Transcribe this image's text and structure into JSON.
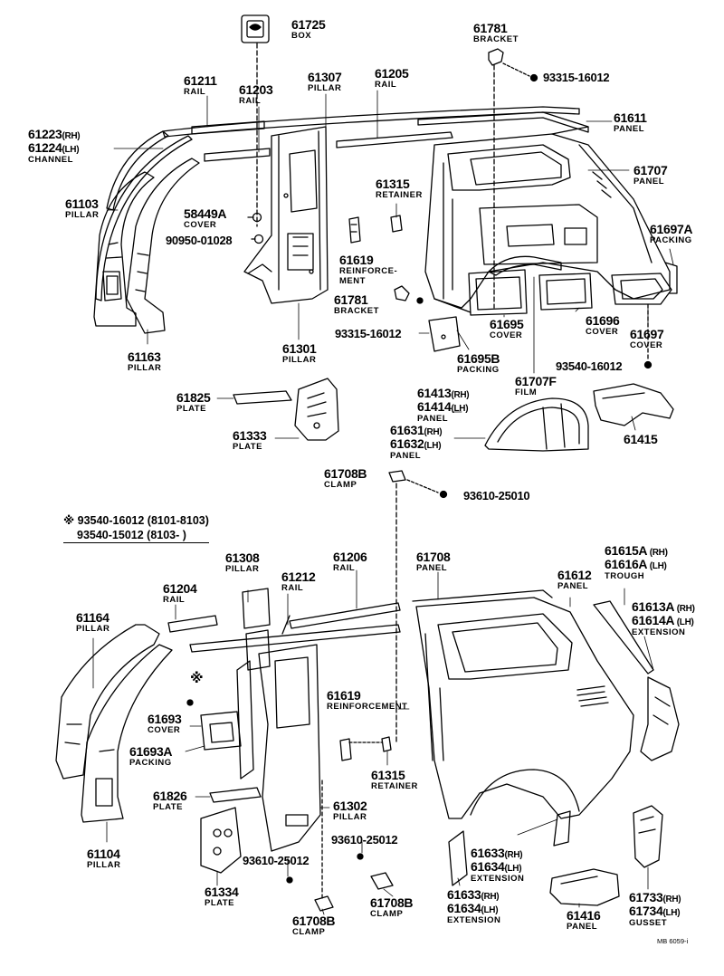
{
  "upper": {
    "c61725": {
      "num": "61725",
      "name": "BOX"
    },
    "c61781a": {
      "num": "61781",
      "name": "BRACKET"
    },
    "c93315a": {
      "num": "93315-16012"
    },
    "c61211": {
      "num": "61211",
      "name": "RAIL"
    },
    "c61203": {
      "num": "61203",
      "name": "RAIL"
    },
    "c61307": {
      "num": "61307",
      "name": "PILLAR"
    },
    "c61205": {
      "num": "61205",
      "name": "RAIL"
    },
    "c61223": {
      "num": "61223",
      "sfx": "(RH)"
    },
    "c61224": {
      "num": "61224",
      "sfx": "(LH)",
      "name": "CHANNEL"
    },
    "c61611": {
      "num": "61611",
      "name": "PANEL"
    },
    "c61707": {
      "num": "61707",
      "name": "PANEL"
    },
    "c61103": {
      "num": "61103",
      "name": "PILLAR"
    },
    "c61315a": {
      "num": "61315",
      "name": "RETAINER"
    },
    "c58449": {
      "num": "58449A",
      "name": "COVER"
    },
    "c90950": {
      "num": "90950-01028"
    },
    "c61697a": {
      "num": "61697A",
      "name": "PACKING"
    },
    "c61619a": {
      "num": "61619",
      "name1": "REINFORCE-",
      "name2": "MENT"
    },
    "c61781b": {
      "num": "61781",
      "name": "BRACKET"
    },
    "c93315b": {
      "num": "93315-16012"
    },
    "c61695": {
      "num": "61695",
      "name": "COVER"
    },
    "c61696": {
      "num": "61696",
      "name": "COVER"
    },
    "c61697": {
      "num": "61697",
      "name": "COVER"
    },
    "c61163": {
      "num": "61163",
      "name": "PILLAR"
    },
    "c61301": {
      "num": "61301",
      "name": "PILLAR"
    },
    "c61695b": {
      "num": "61695B",
      "name": "PACKING"
    },
    "c93540": {
      "num": "93540-16012"
    },
    "c61707f": {
      "num": "61707F",
      "name": "FILM"
    },
    "c61825": {
      "num": "61825",
      "name": "PLATE"
    },
    "c61413": {
      "num": "61413",
      "sfx": "(RH)"
    },
    "c61414": {
      "num": "61414",
      "sfx": "(LH)",
      "name": "PANEL"
    },
    "c61333": {
      "num": "61333",
      "name": "PLATE"
    },
    "c61631": {
      "num": "61631",
      "sfx": "(RH)"
    },
    "c61632": {
      "num": "61632",
      "sfx": "(LH)",
      "name": "PANEL"
    },
    "c61415": {
      "num": "61415"
    }
  },
  "middle": {
    "c61708b_top": {
      "num": "61708B",
      "name": "CLAMP"
    },
    "c93610_mid": {
      "num": "93610-25010"
    },
    "note_line1": "※ 93540-16012 (8101-8103)",
    "note_line2": "93540-15012 (8103-        )"
  },
  "lower": {
    "c61308": {
      "num": "61308",
      "name": "PILLAR"
    },
    "c61206": {
      "num": "61206",
      "name": "RAIL"
    },
    "c61708": {
      "num": "61708",
      "name": "PANEL"
    },
    "c61615a": {
      "num": "61615A",
      "sfx": " (RH)"
    },
    "c61616a": {
      "num": "61616A",
      "sfx": " (LH)",
      "name": "TROUGH"
    },
    "c61204": {
      "num": "61204",
      "name": "RAIL"
    },
    "c61212": {
      "num": "61212",
      "name": "RAIL"
    },
    "c61612": {
      "num": "61612",
      "name": "PANEL"
    },
    "c61613a": {
      "num": "61613A",
      "sfx": " (RH)"
    },
    "c61614a": {
      "num": "61614A",
      "sfx": " (LH)",
      "name": "EXTENSION"
    },
    "c61164": {
      "num": "61164",
      "name": "PILLAR"
    },
    "star": "※",
    "c61619b": {
      "num": "61619",
      "name": "REINFORCEMENT"
    },
    "c61693": {
      "num": "61693",
      "name": "COVER"
    },
    "c61693a": {
      "num": "61693A",
      "name": "PACKING"
    },
    "c61315b": {
      "num": "61315",
      "name": "RETAINER"
    },
    "c61826": {
      "num": "61826",
      "name": "PLATE"
    },
    "c61302": {
      "num": "61302",
      "name": "PILLAR"
    },
    "c61104": {
      "num": "61104",
      "name": "PILLAR"
    },
    "c93610a": {
      "num": "93610-25012"
    },
    "c93610b": {
      "num": "93610-25012"
    },
    "c61633a": {
      "num": "61633",
      "sfx": "(RH)"
    },
    "c61634a": {
      "num": "61634",
      "sfx": "(LH)",
      "name": "EXTENSION"
    },
    "c61334": {
      "num": "61334",
      "name": "PLATE"
    },
    "c61708b_r": {
      "num": "61708B",
      "name": "CLAMP"
    },
    "c61633b": {
      "num": "61633",
      "sfx": "(RH)"
    },
    "c61634b": {
      "num": "61634",
      "sfx": "(LH)",
      "name": "EXTENSION"
    },
    "c61416": {
      "num": "61416",
      "name": "PANEL"
    },
    "c61733": {
      "num": "61733",
      "sfx": "(RH)"
    },
    "c61734": {
      "num": "61734",
      "sfx": "(LH)",
      "name": "GUSSET"
    },
    "c61708b_l": {
      "num": "61708B",
      "name": "CLAMP"
    }
  },
  "drawing_code": "MB 6059-i"
}
